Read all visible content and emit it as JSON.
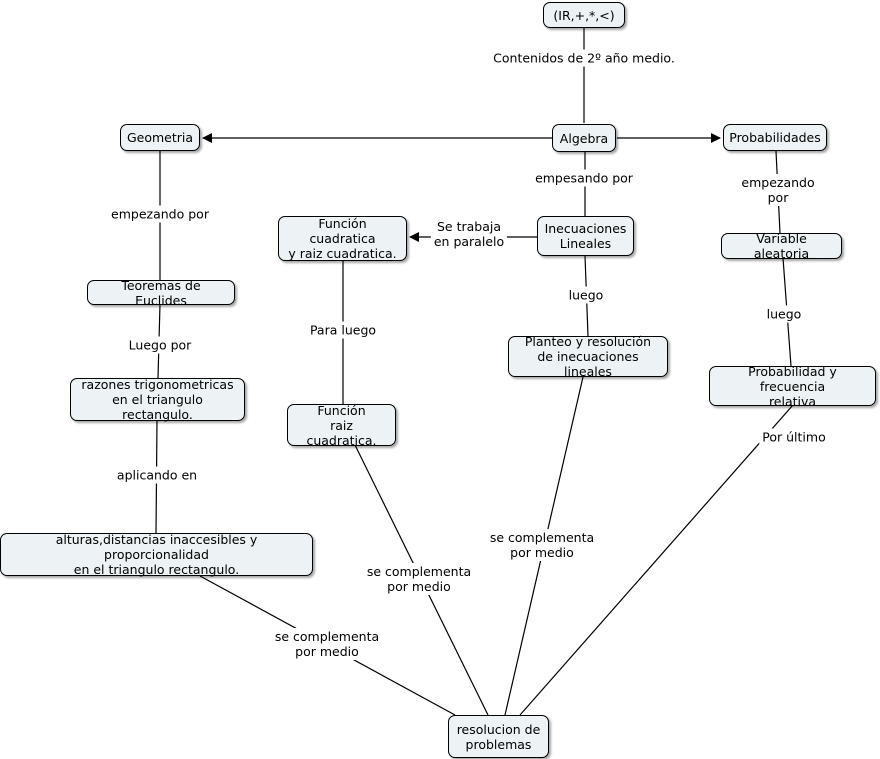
{
  "concepts": {
    "root": "(IR,+,*,<)",
    "algebra": "Algebra",
    "geometria": "Geometria",
    "probabilidades": "Probabilidades",
    "inecuaciones": "Inecuaciones\nLineales",
    "funcion_cuadratica": "Función cuadratica\ny raiz cuadratica.",
    "variable_aleatoria": "Variable aleatoria",
    "euclides": "Teoremas de Euclides",
    "razones": "razones trigonometricas\nen el triangulo rectangulo.",
    "planteo": "Planteo y resolución\nde inecuaciones lineales",
    "funcion_raiz": "Función\nraiz cuadratica.",
    "probabilidad_frecuencia": "Probabilidad y frecuencia\nrelativa",
    "alturas": "alturas,distancias inaccesibles y proporcionalidad\nen el triangulo rectangulo.",
    "resolucion": "resolucion de\nproblemas"
  },
  "links": {
    "contenidos": "Contenidos de 2º año medio.",
    "empesando": "empesando por",
    "empezando_geo": "empezando por",
    "empezando_prob": "empezando por",
    "se_trabaja": "Se trabaja\nen paralelo",
    "luego_ine": "luego",
    "luego_prob": "luego",
    "para_luego": "Para luego",
    "luego_por": "Luego por",
    "aplicando": "aplicando en",
    "por_ultimo": "Por último",
    "complementa_alturas": "se complementa\npor medio",
    "complementa_funcion": "se complementa\npor medio",
    "complementa_planteo": "se complementa\npor medio"
  }
}
